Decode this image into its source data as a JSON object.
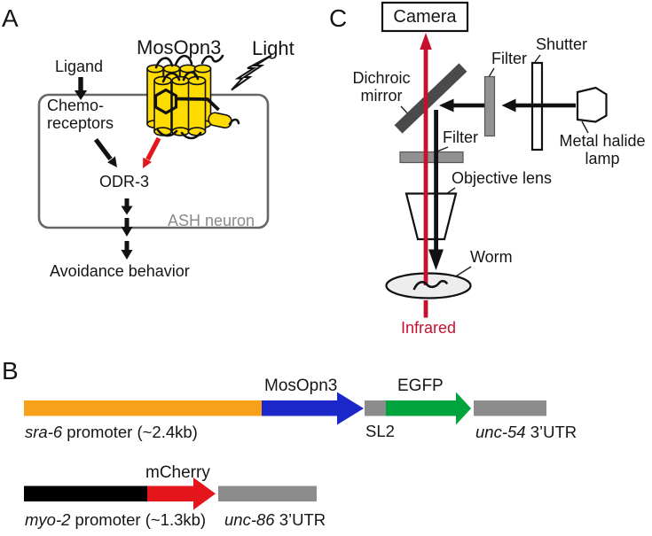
{
  "panelA": {
    "label": "A",
    "protein": "MosOpn3",
    "light": "Light",
    "ligand": "Ligand",
    "receptor_line1": "Chemo-",
    "receptor_line2": "receptors",
    "g_protein": "ODR-3",
    "neuron": "ASH neuron",
    "output": "Avoidance behavior"
  },
  "panelB": {
    "label": "B",
    "construct1": {
      "promoter_gene": "sra-6",
      "promoter_suffix": " promoter (~2.4kb)",
      "gene1": "MosOpn3",
      "linker": "SL2",
      "gene2": "EGFP",
      "utr_gene": "unc-54",
      "utr_suffix": " 3’UTR"
    },
    "construct2": {
      "promoter_gene": "myo-2",
      "promoter_suffix": " promoter (~1.3kb)",
      "gene1": "mCherry",
      "utr_gene": "unc-86",
      "utr_suffix": " 3’UTR"
    }
  },
  "panelC": {
    "label": "C",
    "camera": "Camera",
    "dichroic_line1": "Dichroic",
    "dichroic_line2": "mirror",
    "filter_excitation": "Filter",
    "shutter": "Shutter",
    "lamp_line1": "Metal halide",
    "lamp_line2": "lamp",
    "filter_emission": "Filter",
    "objective": "Objective lens",
    "worm": "Worm",
    "infrared": "Infrared"
  },
  "colors": {
    "opsin_yellow": "#FFDC00",
    "promoter_orange": "#F9A01B",
    "mosopn3_blue": "#1B27C8",
    "egfp_green": "#00A33C",
    "mcherry_red": "#E4161C",
    "signal_red": "#E4161C",
    "infrared_red": "#C8102E",
    "utr_gray": "#8C8C8C",
    "mirror_gray": "#4A4A4A",
    "filter_gray": "#919191",
    "neuron_text_gray": "#8A8A8A"
  }
}
